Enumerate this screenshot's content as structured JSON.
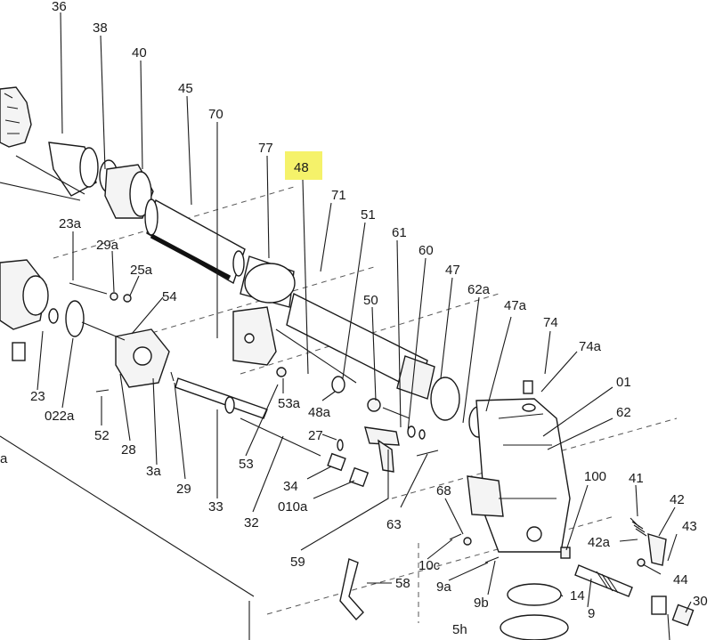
{
  "labels": {
    "l36": "36",
    "l38": "38",
    "l40": "40",
    "l45": "45",
    "l70": "70",
    "l77": "77",
    "l48": "48",
    "l71": "71",
    "l51": "51",
    "l61": "61",
    "l60": "60",
    "l47": "47",
    "l62a": "62a",
    "l47a": "47a",
    "l74": "74",
    "l74a": "74a",
    "l01": "01",
    "l62": "62",
    "l23a": "23a",
    "l29a": "29a",
    "l25a": "25a",
    "l54": "54",
    "l50": "50",
    "l23": "23",
    "l022a": "022a",
    "l52": "52",
    "l28": "28",
    "l3a": "3a",
    "l29": "29",
    "l33": "33",
    "l53": "53",
    "l53a": "53a",
    "l48a": "48a",
    "l27": "27",
    "l34": "34",
    "l010a": "010a",
    "l32": "32",
    "l59": "59",
    "l63": "63",
    "l68": "68",
    "l100": "100",
    "l41": "41",
    "l42": "42",
    "l43": "43",
    "l42a": "42a",
    "l44": "44",
    "l10c": "10c",
    "l9a": "9a",
    "l9b": "9b",
    "l58": "58",
    "l14": "14",
    "l9": "9",
    "l30": "30",
    "l5h": "5h",
    "la": "a"
  },
  "highlight": {
    "color": "#f5f26a",
    "label": "48"
  }
}
